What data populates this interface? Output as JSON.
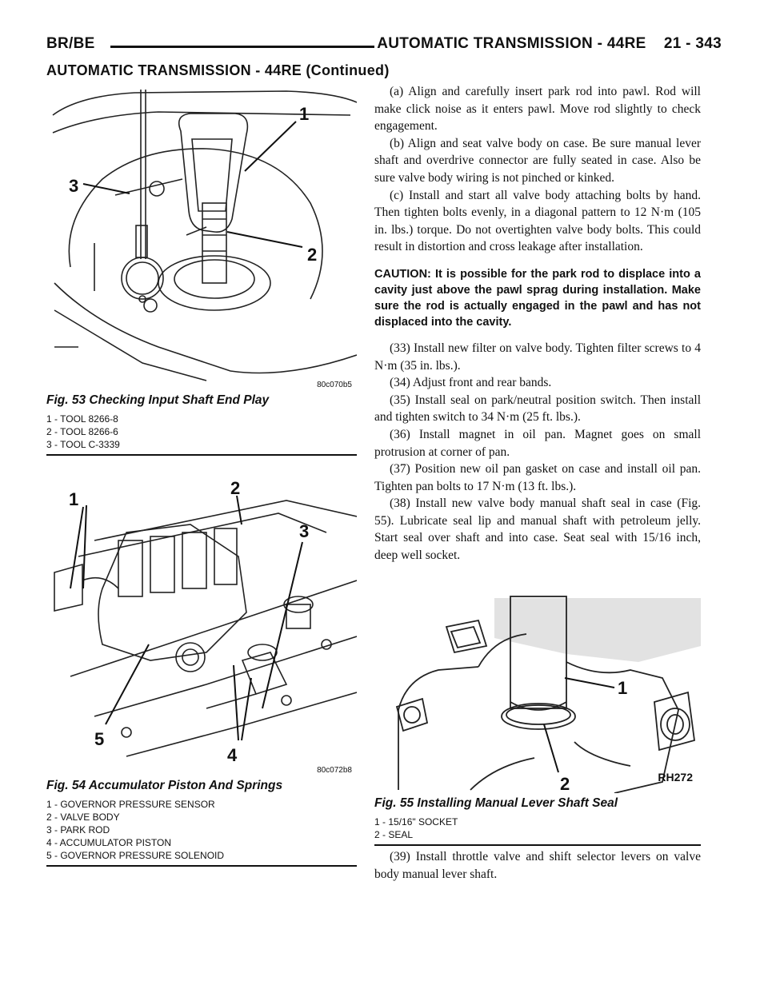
{
  "header": {
    "left": "BR/BE",
    "right": "AUTOMATIC TRANSMISSION - 44RE    21 - 343",
    "continued": "AUTOMATIC TRANSMISSION - 44RE (Continued)"
  },
  "figures": {
    "fig53": {
      "image_id": "80c070b5",
      "caption": "Fig. 53 Checking Input Shaft End Play",
      "legend": [
        "1 - TOOL 8266-8",
        "2 - TOOL 8266-6",
        "3 - TOOL C-3339"
      ],
      "callouts": [
        "1",
        "2",
        "3"
      ]
    },
    "fig54": {
      "image_id": "80c072b8",
      "caption": "Fig. 54 Accumulator Piston And Springs",
      "legend": [
        "1 - GOVERNOR PRESSURE SENSOR",
        "2 - VALVE BODY",
        "3 - PARK ROD",
        "4 - ACCUMULATOR PISTON",
        "5 - GOVERNOR PRESSURE SOLENOID"
      ],
      "callouts": [
        "1",
        "2",
        "3",
        "4",
        "5"
      ]
    },
    "fig55": {
      "image_id": "RH272",
      "caption": "Fig. 55 Installing Manual Lever Shaft Seal",
      "legend": [
        "1 - 15/16\" SOCKET",
        "2 - SEAL"
      ],
      "callouts": [
        "1",
        "2"
      ]
    }
  },
  "body": {
    "steps_a_c": [
      "(a) Align and carefully insert park rod into pawl. Rod will make click noise as it enters pawl. Move rod slightly to check engagement.",
      "(b) Align and seat valve body on case. Be sure manual lever shaft and overdrive connector are fully seated in case. Also be sure valve body wiring is not pinched or kinked.",
      "(c) Install and start all valve body attaching bolts by hand. Then tighten bolts evenly, in a diagonal pattern to 12 N·m (105 in. lbs.) torque. Do not overtighten valve body bolts. This could result in distortion and cross leakage after installation."
    ],
    "caution": "CAUTION: It is possible for the park rod to displace into a cavity just above the pawl sprag during installation. Make sure the rod is actually engaged in the pawl and has not displaced into the cavity.",
    "steps": [
      "(33) Install new filter on valve body. Tighten filter screws to 4 N·m (35 in. lbs.).",
      "(34) Adjust front and rear bands.",
      "(35) Install seal on park/neutral position switch. Then install and tighten switch to 34 N·m (25 ft. lbs.).",
      "(36) Install magnet in oil pan. Magnet goes on small protrusion at corner of pan.",
      "(37) Position new oil pan gasket on case and install oil pan. Tighten pan bolts to 17 N·m (13 ft. lbs.).",
      "(38) Install new valve body manual shaft seal in case (Fig. 55). Lubricate seal lip and manual shaft with petroleum jelly. Start seal over shaft and into case. Seat seal with 15/16 inch, deep well socket."
    ],
    "final_step": "(39) Install throttle valve and shift selector levers on valve body manual lever shaft."
  }
}
